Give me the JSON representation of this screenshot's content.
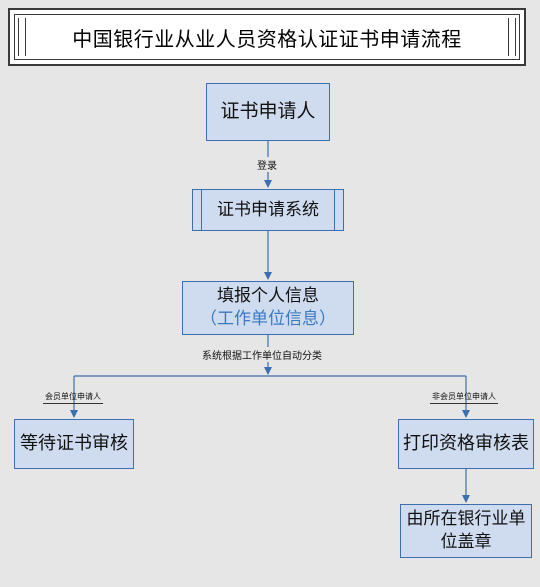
{
  "title": "中国银行业从业人员资格认证证书申请流程",
  "nodes": {
    "applicant": "证书申请人",
    "system": "证书申请系统",
    "fill_info": "填报个人信息",
    "fill_info_sub": "（工作单位信息）",
    "wait_review": "等待证书审核",
    "print_form": "打印资格审核表",
    "stamp_line1": "由所在银行业单",
    "stamp_line2": "位盖章"
  },
  "edges": {
    "login": "登录",
    "auto_classify": "系统根据工作单位自动分类",
    "member_applicant": "会员单位申请人",
    "nonmember_applicant": "非会员单位申请人"
  },
  "colors": {
    "box_fill": "#cfdcef",
    "box_border": "#3b6fb0",
    "line": "#3b6fb0",
    "subtitle": "#3a78c2"
  }
}
